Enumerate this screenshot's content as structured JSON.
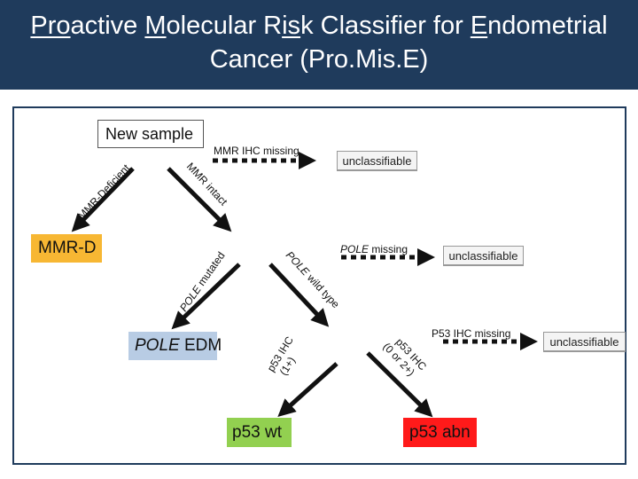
{
  "slide": {
    "title_parts": [
      {
        "text": "Pro",
        "u": true
      },
      {
        "text": "active ",
        "u": false
      },
      {
        "text": "M",
        "u": true
      },
      {
        "text": "olecular R",
        "u": false
      },
      {
        "text": "is",
        "u": true
      },
      {
        "text": "k Classifier for ",
        "u": false
      },
      {
        "text": "E",
        "u": true
      },
      {
        "text": "ndometrial",
        "u": false
      }
    ],
    "title_line2": "Cancer (Pro.Mis.E)"
  },
  "diagram": {
    "boxes": {
      "new_sample": "New sample",
      "unclassifiable_1": "unclassifiable",
      "unclassifiable_2": "unclassifiable",
      "unclassifiable_3": "unclassifiable",
      "mmr_d": "MMR-D",
      "pole_edm_italic": "POLE",
      "pole_edm_rest": " EDM",
      "p53_wt": "p53 wt",
      "p53_abn": "p53 abn"
    },
    "labels": {
      "mmr_ihc_missing": "MMR IHC missing",
      "mmr_deficient": "MMR-Deficient",
      "mmr_intact": "MMR intact",
      "pole_missing_italic": "POLE",
      "pole_missing_rest": " missing",
      "pole_mutated_italic": "POLE",
      "pole_mutated_rest": " mutated",
      "pole_wild_type_italic": "POLE",
      "pole_wild_type_rest": " wild type",
      "p53_ihc_missing": "P53 IHC missing",
      "p53_ihc_1_line1": "p53 IHC",
      "p53_ihc_1_line2": "(1+)",
      "p53_ihc_0_2_line1": "p53 IHC",
      "p53_ihc_0_2_line2": "(0 or 2+)"
    }
  },
  "colors": {
    "header": "#1f3b5c",
    "mmr_d": "#f7b733",
    "pole_edm": "#b8cce4",
    "p53_wt": "#92d050",
    "p53_abn": "#ff1a1a"
  }
}
